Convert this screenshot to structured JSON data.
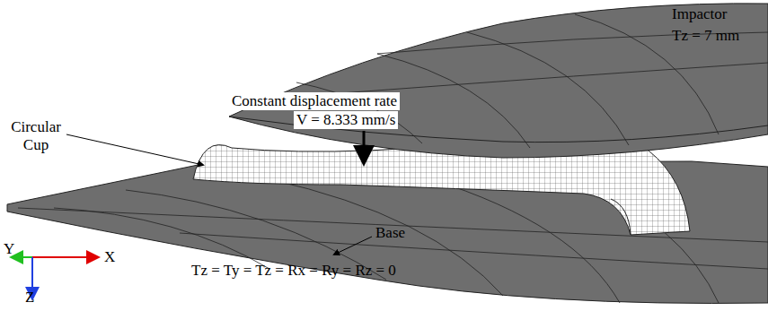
{
  "diagram": {
    "labels": [
      "Impactor",
      "Tz = 7 mm",
      "Constant displacement rate",
      "V = 8.333 mm/s",
      "Circular Cup",
      "Base",
      "Tz = Ty = Tz = Rx = Ry = Rz = 0",
      "Y",
      "X",
      "Z"
    ]
  }
}
